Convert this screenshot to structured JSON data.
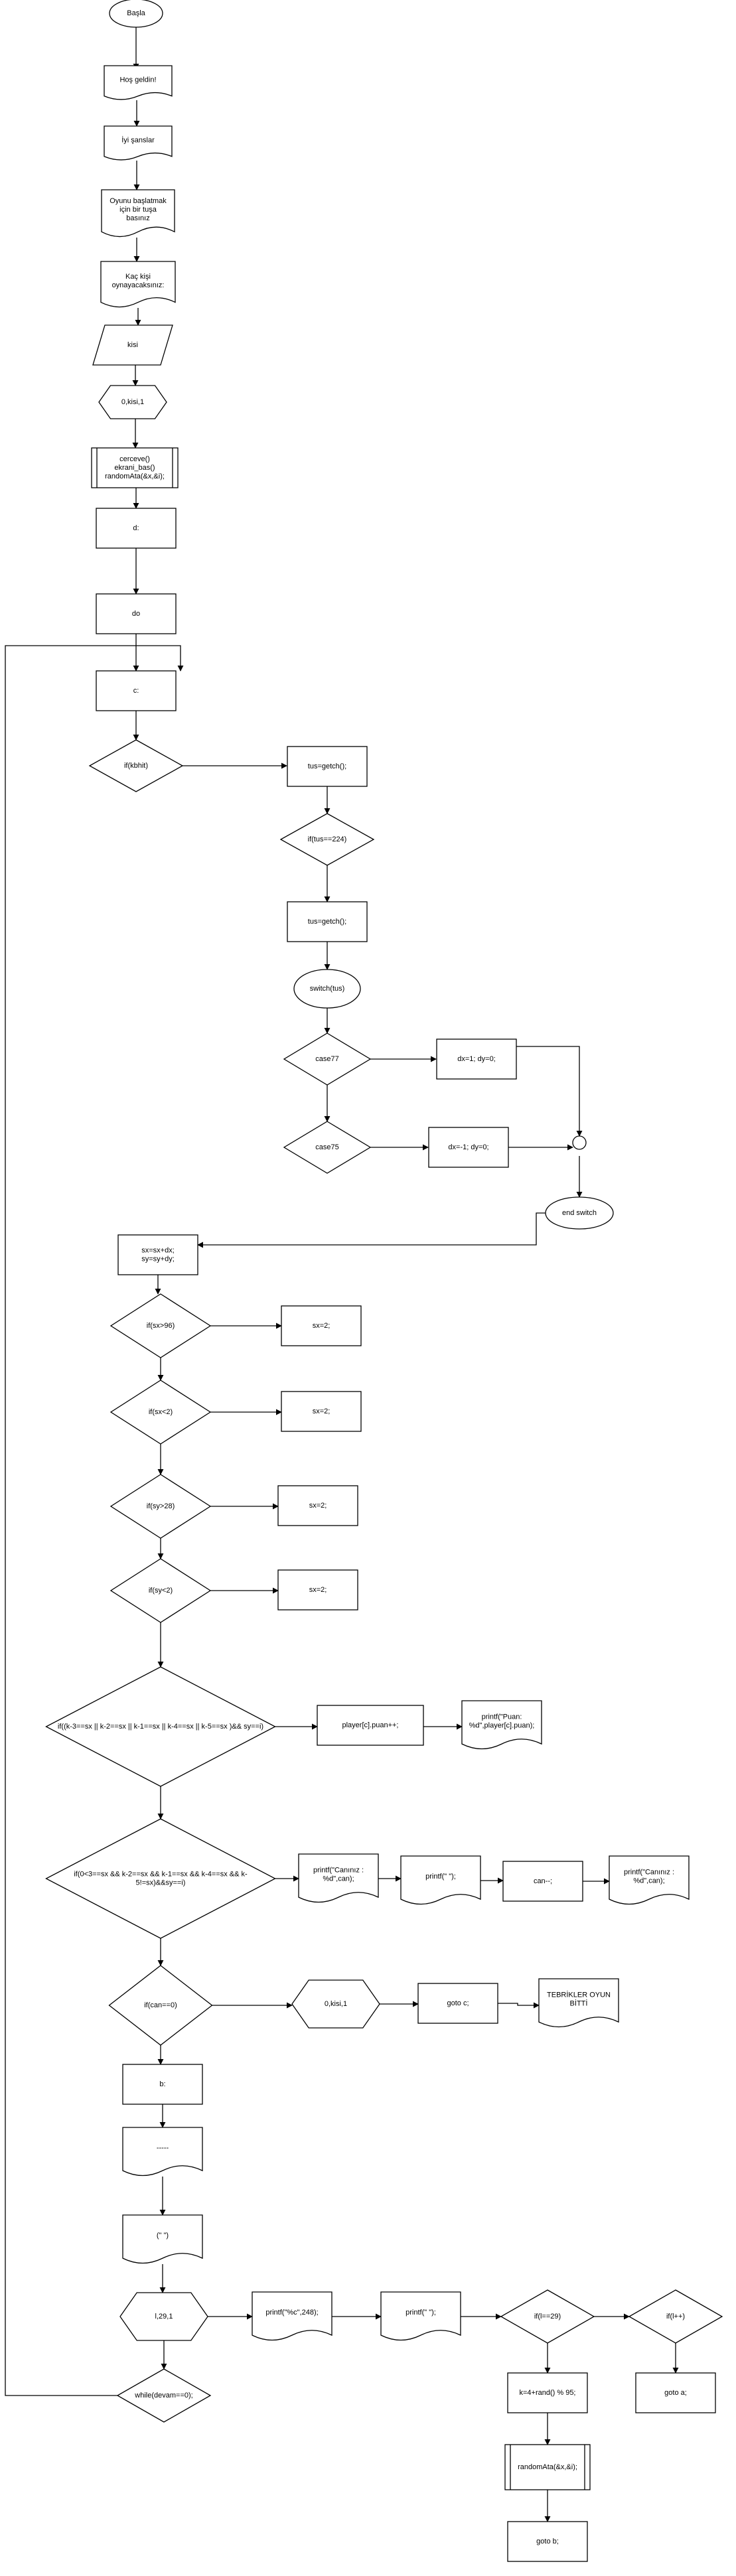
{
  "diagram": {
    "type": "flowchart",
    "colors": {
      "stroke": "#000000",
      "fill": "#ffffff",
      "text": "#000000"
    },
    "nodes": [
      {
        "id": "start",
        "shape": "ellipse",
        "lines": [
          "Başla"
        ]
      },
      {
        "id": "welcome",
        "shape": "document",
        "lines": [
          "Hoş geldin!"
        ]
      },
      {
        "id": "goodluck",
        "shape": "document",
        "lines": [
          "İyi şanslar"
        ]
      },
      {
        "id": "press_key",
        "shape": "document",
        "lines": [
          "Oyunu başlatmak",
          "için  bir tuşa",
          "basınız"
        ]
      },
      {
        "id": "how_many",
        "shape": "document",
        "lines": [
          "Kaç kişi",
          "oynayacaksınız:"
        ]
      },
      {
        "id": "input_kisi",
        "shape": "parallelogram",
        "lines": [
          "kisi"
        ]
      },
      {
        "id": "loop_kisi",
        "shape": "hexagon",
        "lines": [
          "0,kisi,1"
        ]
      },
      {
        "id": "init_calls",
        "shape": "subroutine",
        "lines": [
          "cerceve()",
          "ekrani_bas()",
          "randomAta(&x,&i);"
        ]
      },
      {
        "id": "d",
        "shape": "process",
        "lines": [
          "d:"
        ]
      },
      {
        "id": "do",
        "shape": "process",
        "lines": [
          "do"
        ]
      },
      {
        "id": "c",
        "shape": "process",
        "lines": [
          "c:"
        ]
      },
      {
        "id": "kbhit",
        "shape": "decision",
        "lines": [
          "if(kbhit)"
        ]
      },
      {
        "id": "getch1",
        "shape": "process",
        "lines": [
          "tus=getch();"
        ]
      },
      {
        "id": "if224",
        "shape": "decision",
        "lines": [
          "if(tus==224)"
        ]
      },
      {
        "id": "getch2",
        "shape": "process",
        "lines": [
          "tus=getch();"
        ]
      },
      {
        "id": "switch",
        "shape": "ellipse",
        "lines": [
          "switch(tus)"
        ]
      },
      {
        "id": "case77",
        "shape": "decision",
        "lines": [
          "case77"
        ]
      },
      {
        "id": "dx1",
        "shape": "process",
        "lines": [
          "dx=1; dy=0;"
        ]
      },
      {
        "id": "case75",
        "shape": "decision",
        "lines": [
          "case75"
        ]
      },
      {
        "id": "dxm1",
        "shape": "process",
        "lines": [
          "dx=-1; dy=0;"
        ]
      },
      {
        "id": "join",
        "shape": "connector",
        "lines": []
      },
      {
        "id": "endswitch",
        "shape": "ellipse",
        "lines": [
          "end switch"
        ]
      },
      {
        "id": "move",
        "shape": "process",
        "lines": [
          "sx=sx+dx;",
          "sy=sy+dy;"
        ]
      },
      {
        "id": "if96",
        "shape": "decision",
        "lines": [
          "if(sx>96)"
        ]
      },
      {
        "id": "sx2a",
        "shape": "process",
        "lines": [
          "sx=2;"
        ]
      },
      {
        "id": "if2",
        "shape": "decision",
        "lines": [
          "if(sx<2)"
        ]
      },
      {
        "id": "sx2b",
        "shape": "process",
        "lines": [
          "sx=2;"
        ]
      },
      {
        "id": "if28",
        "shape": "decision",
        "lines": [
          "if(sy>28)"
        ]
      },
      {
        "id": "sx2c",
        "shape": "process",
        "lines": [
          "sx=2;"
        ]
      },
      {
        "id": "ify2",
        "shape": "decision",
        "lines": [
          "if(sy<2)"
        ]
      },
      {
        "id": "sx2d",
        "shape": "process",
        "lines": [
          "sx=2;"
        ]
      },
      {
        "id": "bigif",
        "shape": "decision",
        "lines": [
          "if((k-3==sx || k-2==sx || k-1==sx || k-4==sx || k-5==sx )&& sy==i)"
        ]
      },
      {
        "id": "puan_inc",
        "shape": "process",
        "lines": [
          "player[c].puan++;"
        ]
      },
      {
        "id": "print_puan",
        "shape": "document",
        "lines": [
          "printf(\"Puan:",
          "%d\",player[c].puan);"
        ]
      },
      {
        "id": "crash_if",
        "shape": "decision",
        "lines": [
          "if(0<3==sx && k-2==sx && k-1==sx && k-4==sx && k-",
          "5!=sx)&&sy==i)"
        ]
      },
      {
        "id": "print_can",
        "shape": "document",
        "lines": [
          "printf(\"Canınız :",
          "%d\",can);"
        ]
      },
      {
        "id": "print_blank",
        "shape": "document",
        "lines": [
          "printf(\"              \");"
        ]
      },
      {
        "id": "can_dec",
        "shape": "process",
        "lines": [
          "can--;"
        ]
      },
      {
        "id": "print_can2",
        "shape": "document",
        "lines": [
          "printf(\"Canınız :",
          "%d\",can);"
        ]
      },
      {
        "id": "if_can0",
        "shape": "decision",
        "lines": [
          "if(can==0)"
        ]
      },
      {
        "id": "loop_kisi2",
        "shape": "hexagon",
        "lines": [
          "0,kisi,1"
        ]
      },
      {
        "id": "goto_c",
        "shape": "process",
        "lines": [
          "goto c;"
        ]
      },
      {
        "id": "tebrik",
        "shape": "document",
        "lines": [
          "TEBRİKLER OYUN",
          "BİTTİ"
        ]
      },
      {
        "id": "b",
        "shape": "process",
        "lines": [
          "b:"
        ]
      },
      {
        "id": "dashes",
        "shape": "document",
        "lines": [
          "-----"
        ]
      },
      {
        "id": "quotes",
        "shape": "document",
        "lines": [
          "(\"     \")"
        ]
      },
      {
        "id": "loop29",
        "shape": "hexagon",
        "lines": [
          "l,29,1"
        ]
      },
      {
        "id": "print248",
        "shape": "document",
        "lines": [
          "printf(\"%c\",248);"
        ]
      },
      {
        "id": "print_space",
        "shape": "document",
        "lines": [
          "printf(\" \");"
        ]
      },
      {
        "id": "ifl29",
        "shape": "decision",
        "lines": [
          "if(l==29)"
        ]
      },
      {
        "id": "ifpp",
        "shape": "decision",
        "lines": [
          "if(l++)"
        ]
      },
      {
        "id": "rand_k",
        "shape": "process",
        "lines": [
          "k=4+rand() % 95;"
        ]
      },
      {
        "id": "goto_a",
        "shape": "process",
        "lines": [
          "goto a;"
        ]
      },
      {
        "id": "rand_call",
        "shape": "subroutine",
        "lines": [
          "randomAta(&x,&i);"
        ]
      },
      {
        "id": "goto_b",
        "shape": "process",
        "lines": [
          "goto b;"
        ]
      },
      {
        "id": "while_devam",
        "shape": "decision",
        "lines": [
          "while(devam==0);"
        ]
      }
    ]
  }
}
